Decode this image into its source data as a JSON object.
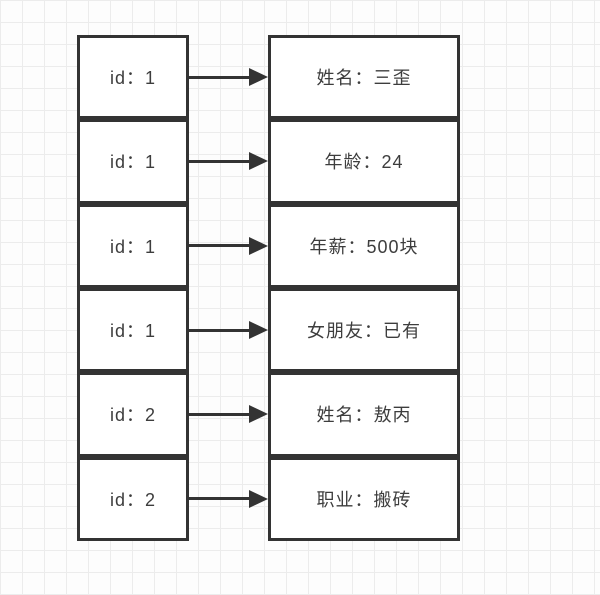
{
  "diagram": {
    "rows": [
      {
        "left": "id：1",
        "right": "姓名：三歪"
      },
      {
        "left": "id：1",
        "right": "年龄：24"
      },
      {
        "left": "id：1",
        "right": "年薪：500块"
      },
      {
        "left": "id：1",
        "right": "女朋友：已有"
      },
      {
        "left": "id：2",
        "right": "姓名：敖丙"
      },
      {
        "left": "id：2",
        "right": "职业：搬砖"
      }
    ],
    "colors": {
      "box_border": "#333333",
      "arrow": "#333333",
      "text": "#3d3d3d",
      "grid_line": "#ececec",
      "background": "#fdfdfd"
    }
  }
}
